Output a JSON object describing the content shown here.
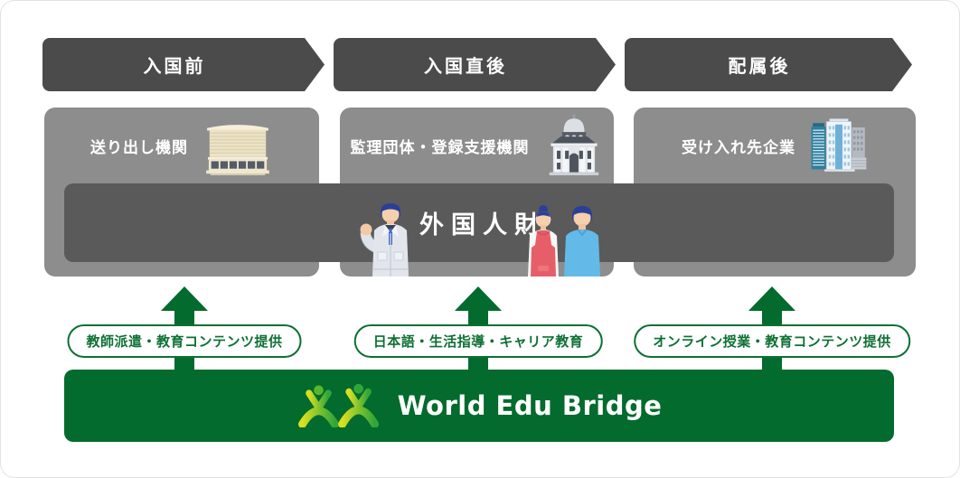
{
  "stages": [
    {
      "banner": "入国前",
      "org": "送り出し機関",
      "icon": "school-building-icon",
      "support": "教師派遣・教育コンテンツ提供"
    },
    {
      "banner": "入国直後",
      "org": "監理団体・登録支援機関",
      "icon": "government-building-icon",
      "support": "日本語・生活指導・キャリア教育"
    },
    {
      "banner": "配属後",
      "org": "受け入れ先企業",
      "icon": "office-towers-icon",
      "support": "オンライン授業・教育コンテンツ提供"
    }
  ],
  "center_bar": {
    "label": "外国人財",
    "icons": [
      "worker-man-icon",
      "apron-woman-icon",
      "blue-shirt-man-icon"
    ]
  },
  "footer": {
    "brand": "World Edu Bridge",
    "logo": "people-bridge-logo"
  },
  "colors": {
    "banner_dark": "#4b4b4b",
    "box_gray": "#8d8d8d",
    "center_bar_gray": "#5a5a5a",
    "brand_green": "#036b2d",
    "pill_green": "#0d7033",
    "logo_gradient": [
      "#d9e021",
      "#2fa63a"
    ]
  }
}
